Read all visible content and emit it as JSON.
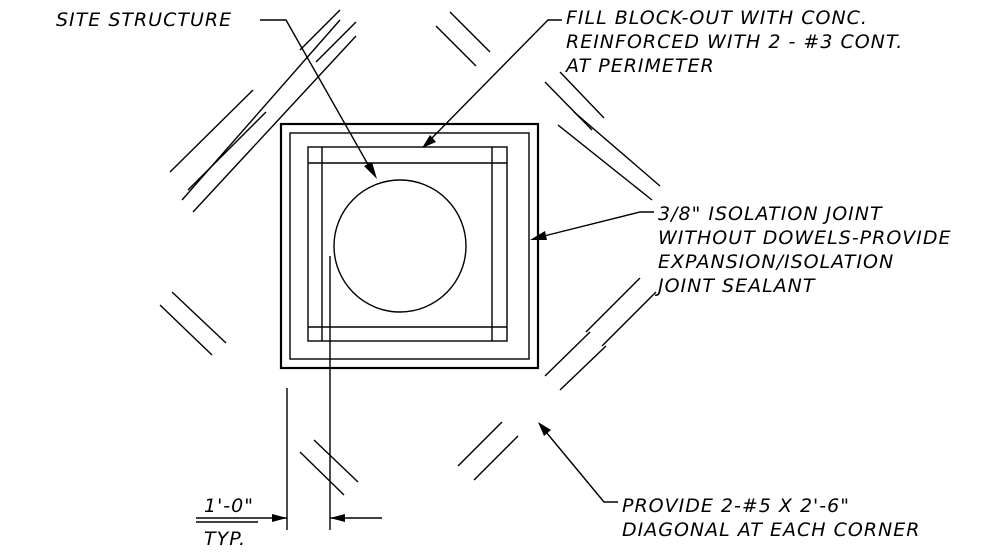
{
  "labels": {
    "site_structure": "SITE STRUCTURE",
    "fill_block_out": [
      "FILL BLOCK-OUT WITH CONC.",
      "REINFORCED WITH 2 - #3 CONT.",
      "AT PERIMETER"
    ],
    "isolation_joint": [
      "3/8\"  ISOLATION JOINT",
      "WITHOUT DOWELS-PROVIDE",
      "EXPANSION/ISOLATION",
      "JOINT SEALANT"
    ],
    "provide_bars": [
      "PROVIDE 2-#5 X 2'-6\"",
      "DIAGONAL AT EACH CORNER"
    ],
    "dimension_value": "1'-0\"",
    "dimension_note": "TYP."
  }
}
